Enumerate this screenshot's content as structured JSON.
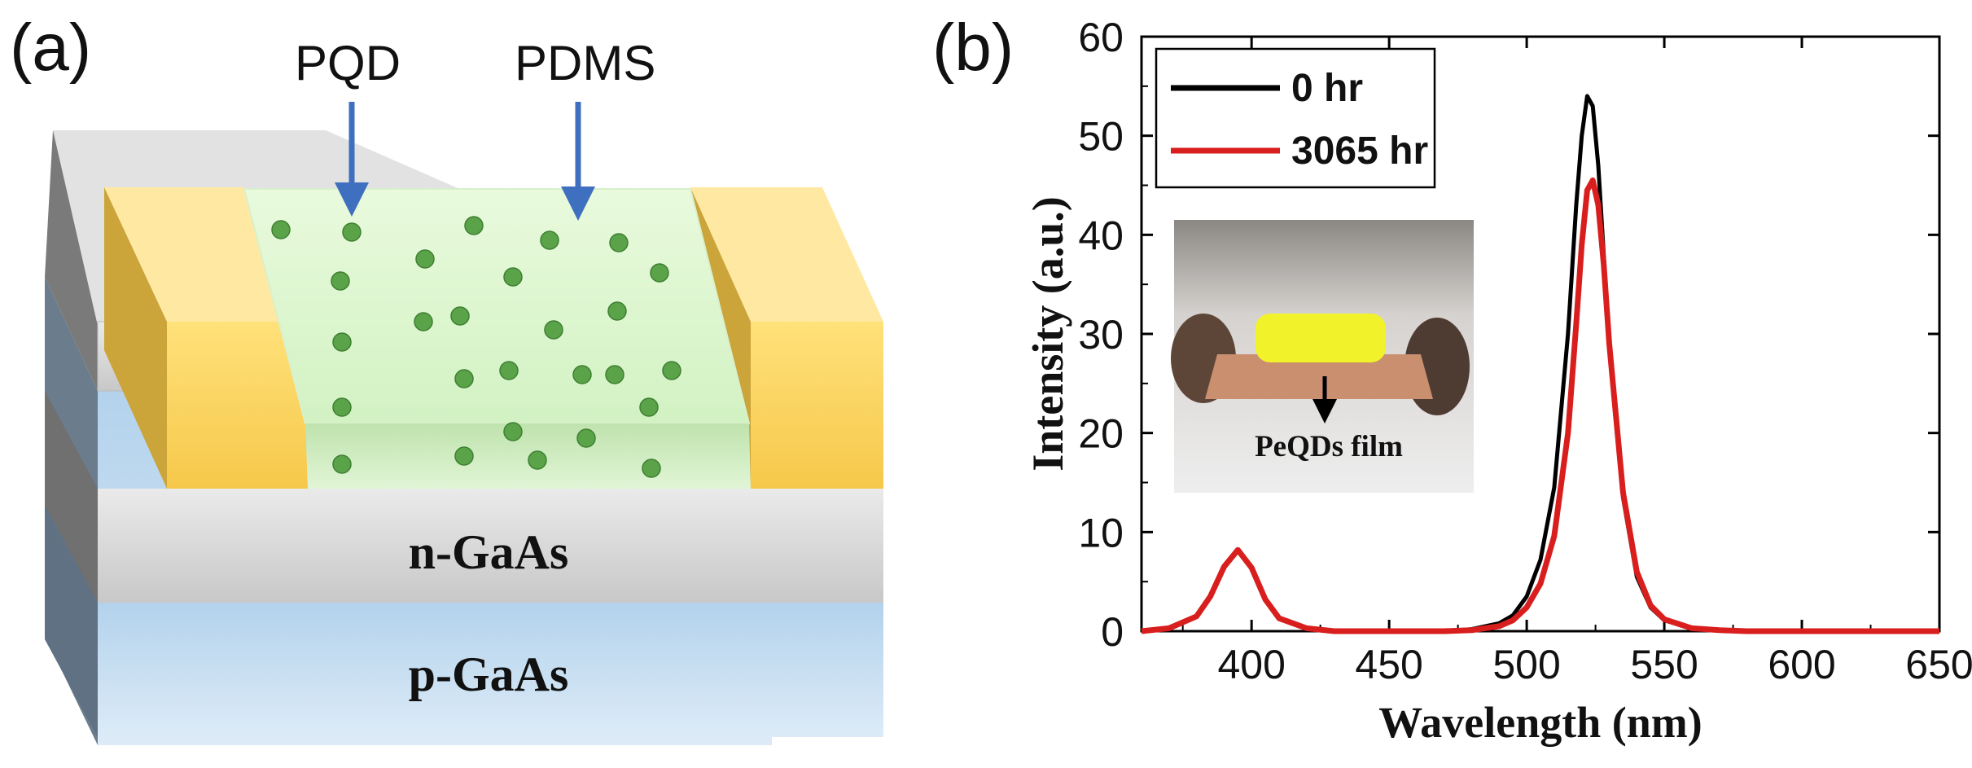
{
  "panel_a": {
    "label": "(a)",
    "callouts": {
      "pqd": "PQD",
      "pdms": "PDMS"
    },
    "layers": {
      "n": "n-GaAs",
      "p": "p-GaAs"
    }
  },
  "panel_b": {
    "label": "(b)",
    "inset": {
      "caption": "PeQDs film"
    }
  },
  "colors": {
    "series_0": "#000000",
    "series_1": "#d91e1e",
    "arrow": "#3f6fbf"
  },
  "chart_data": {
    "type": "line",
    "title": "",
    "xlabel": "Wavelength (nm)",
    "ylabel": "Intensity (a.u.)",
    "xlim": [
      360,
      650
    ],
    "ylim": [
      0,
      60
    ],
    "xticks": [
      400,
      450,
      500,
      550,
      600,
      650
    ],
    "yticks": [
      0,
      10,
      20,
      30,
      40,
      50,
      60
    ],
    "legend_position": "top-left",
    "series": [
      {
        "name": "0 hr",
        "color": "#000000",
        "x": [
          360,
          370,
          380,
          385,
          390,
          395,
          400,
          405,
          410,
          420,
          430,
          450,
          470,
          480,
          490,
          495,
          500,
          505,
          510,
          515,
          518,
          520,
          522,
          524,
          526,
          528,
          530,
          535,
          540,
          545,
          550,
          560,
          570,
          580,
          600,
          620,
          650
        ],
        "y": [
          0,
          0.3,
          1.5,
          3.5,
          6.5,
          8.2,
          6.4,
          3.2,
          1.3,
          0.3,
          0,
          0,
          0,
          0.2,
          0.8,
          1.6,
          3.5,
          7.2,
          14.5,
          30,
          43,
          50,
          54,
          53,
          47,
          38,
          29,
          13.5,
          5.5,
          2.4,
          1.1,
          0.3,
          0.1,
          0,
          0,
          0,
          0
        ]
      },
      {
        "name": "3065 hr",
        "color": "#d91e1e",
        "x": [
          360,
          370,
          380,
          385,
          390,
          395,
          400,
          405,
          410,
          420,
          430,
          450,
          470,
          480,
          490,
          495,
          500,
          505,
          510,
          515,
          518,
          520,
          522,
          524,
          526,
          528,
          530,
          535,
          540,
          545,
          550,
          560,
          570,
          580,
          600,
          620,
          650
        ],
        "y": [
          0,
          0.3,
          1.5,
          3.5,
          6.5,
          8.2,
          6.4,
          3.2,
          1.3,
          0.3,
          0,
          0,
          0,
          0.1,
          0.5,
          1.1,
          2.4,
          4.8,
          9.6,
          20,
          31,
          39,
          44.5,
          45.5,
          43,
          37,
          29,
          14,
          6,
          2.6,
          1.2,
          0.3,
          0.1,
          0,
          0,
          0,
          0
        ]
      }
    ]
  }
}
